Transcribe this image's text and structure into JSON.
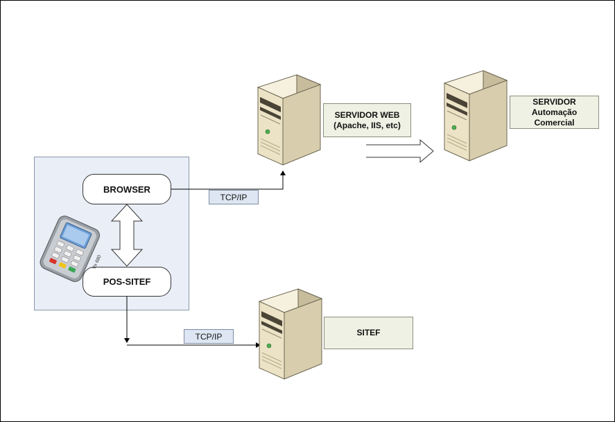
{
  "client": {
    "browser_label": "BROWSER",
    "pos_label": "POS-SITEF",
    "terminal_model": "Vx 680"
  },
  "servers": {
    "web": {
      "line1": "SERVIDOR WEB",
      "line2": "(Apache, IIS, etc)"
    },
    "automacao": {
      "line1": "SERVIDOR",
      "line2": "Automação",
      "line3": "Comercial"
    },
    "sitef": {
      "line1": "SITEF"
    }
  },
  "links": {
    "browser_to_web": "TCP/IP",
    "pos_to_sitef": "TCP/IP"
  },
  "colors": {
    "panel_bg": "#e9eef7",
    "label_bg": "#eef1e3",
    "tag_bg": "#dde6f2",
    "server_body": "#ece3c6"
  }
}
